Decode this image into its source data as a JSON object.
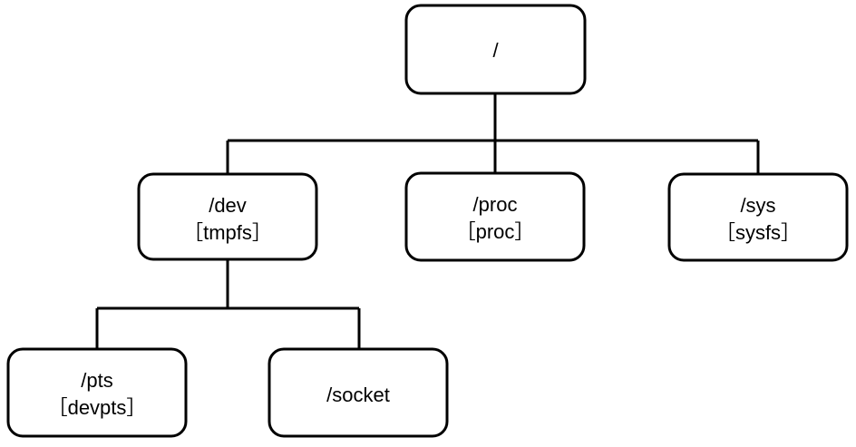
{
  "diagram": {
    "nodes": {
      "root": {
        "path": "/"
      },
      "dev": {
        "path": "/dev",
        "fs": "［tmpfs］"
      },
      "proc": {
        "path": "/proc",
        "fs": "［proc］"
      },
      "sys": {
        "path": "/sys",
        "fs": "［sysfs］"
      },
      "pts": {
        "path": "/pts",
        "fs": "［devpts］"
      },
      "socket": {
        "path": "/socket"
      }
    },
    "colors": {
      "box_fill": "#ffffff",
      "stroke": "#000000",
      "text": "#000000"
    }
  }
}
